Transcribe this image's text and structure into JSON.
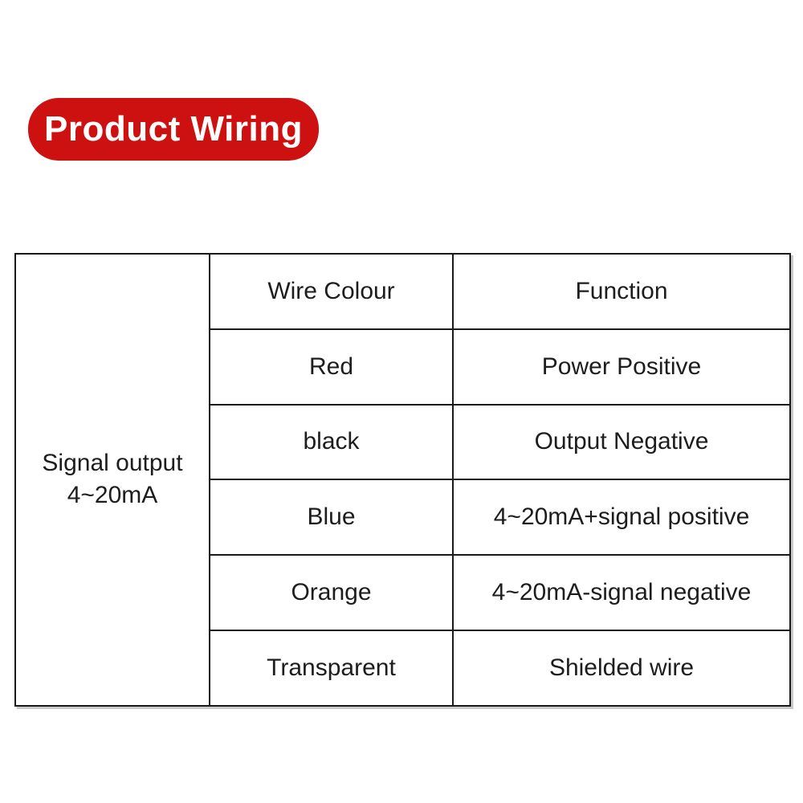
{
  "badge": {
    "label": "Product Wiring",
    "bg_color": "#cd1111",
    "text_color": "#ffffff"
  },
  "table": {
    "merged_cell": {
      "line1": "Signal output",
      "line2": "4~20mA"
    },
    "header": {
      "wire_colour": "Wire Colour",
      "function": "Function"
    },
    "rows": [
      {
        "wire_colour": "Red",
        "function": "Power Positive"
      },
      {
        "wire_colour": "black",
        "function": "Output Negative"
      },
      {
        "wire_colour": "Blue",
        "function": "4~20mA+signal positive"
      },
      {
        "wire_colour": "Orange",
        "function": "4~20mA-signal negative"
      },
      {
        "wire_colour": "Transparent",
        "function": "Shielded wire"
      }
    ],
    "border_color": "#1a1a1a"
  },
  "chart_data": {
    "type": "table",
    "title": "Product Wiring",
    "row_group_label": "Signal output 4~20mA",
    "columns": [
      "Wire Colour",
      "Function"
    ],
    "rows": [
      [
        "Red",
        "Power Positive"
      ],
      [
        "black",
        "Output Negative"
      ],
      [
        "Blue",
        "4~20mA+signal positive"
      ],
      [
        "Orange",
        "4~20mA-signal negative"
      ],
      [
        "Transparent",
        "Shielded wire"
      ]
    ]
  }
}
